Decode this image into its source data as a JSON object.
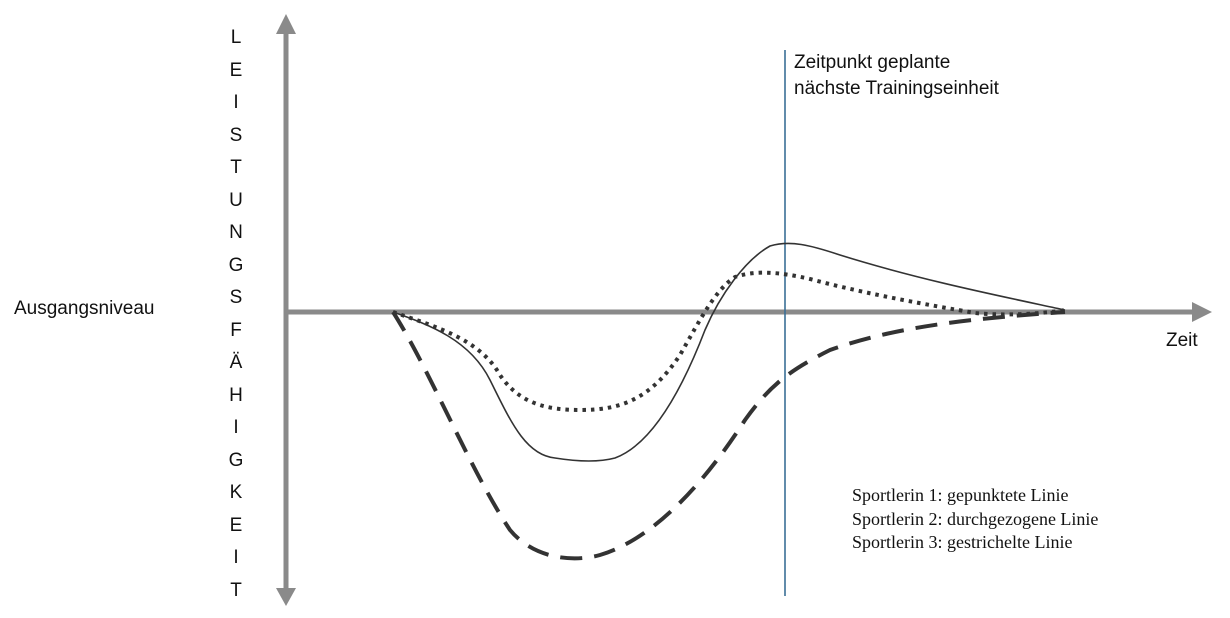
{
  "diagram": {
    "y_axis_label": "LEISTUNGSFÄHIGKEIT",
    "y_axis_letters": [
      "L",
      "E",
      "I",
      "S",
      "T",
      "U",
      "N",
      "G",
      "S",
      "F",
      "Ä",
      "H",
      "I",
      "G",
      "K",
      "E",
      "I",
      "T"
    ],
    "baseline_label": "Ausgangsniveau",
    "x_axis_label": "Zeit",
    "annotation_line1": "Zeitpunkt geplante",
    "annotation_line2": "nächste Trainingseinheit",
    "annotation_line_color": "#3a6f96",
    "axis_color": "#8a8a8a",
    "curve_color": "#333333",
    "legend": [
      {
        "label": "Sportlerin 1: gepunktete Linie",
        "style": "dotted"
      },
      {
        "label": "Sportlerin 2: durchgezogene Linie",
        "style": "solid"
      },
      {
        "label": "Sportlerin 3: gestrichelte Linie",
        "style": "dashed"
      }
    ]
  },
  "chart_data": {
    "type": "line",
    "title": "",
    "xlabel": "Zeit",
    "ylabel": "LEISTUNGSFÄHIGKEIT",
    "baseline": "Ausgangsniveau",
    "annotation": "Zeitpunkt geplante nächste Trainingseinheit",
    "series": [
      {
        "name": "Sportlerin 1",
        "style": "dotted",
        "shape": "moderate dip below baseline, moderate supercompensation above baseline at planned training time, returns to baseline"
      },
      {
        "name": "Sportlerin 2",
        "style": "solid",
        "shape": "medium-deep dip, highest supercompensation peak near planned training time, returns to baseline"
      },
      {
        "name": "Sportlerin 3",
        "style": "dashed",
        "shape": "deepest dip, still below baseline at planned training time, gradually returns to baseline"
      }
    ]
  }
}
